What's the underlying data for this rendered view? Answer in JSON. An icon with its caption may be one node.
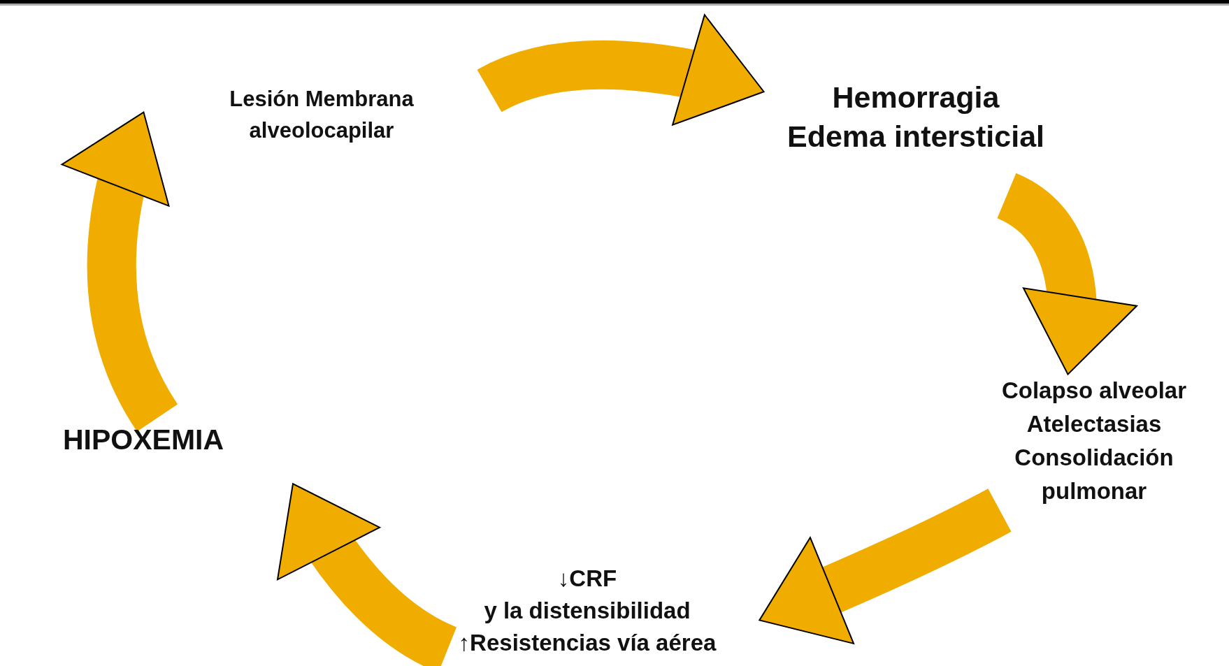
{
  "diagram": {
    "nodes": [
      {
        "text": [
          "Lesión Membrana alveolocapilar"
        ]
      },
      {
        "text": [
          "Hemorragia",
          "Edema intersticial"
        ]
      },
      {
        "text": [
          "Colapso alveolar",
          "Atelectasias",
          "Consolidación pulmonar"
        ]
      },
      {
        "text": [
          "↓CRF",
          "y la distensibilidad",
          "↑Resistencias vía aérea"
        ]
      },
      {
        "text": [
          "HIPOXEMIA"
        ]
      }
    ],
    "edges": [
      {
        "from": 0,
        "to": 1,
        "arrow": "to"
      },
      {
        "from": 1,
        "to": 2,
        "arrow": "to"
      },
      {
        "from": 2,
        "to": 3,
        "arrow": "to"
      },
      {
        "from": 3,
        "to": 4,
        "arrow": "to"
      },
      {
        "from": 4,
        "to": 0,
        "arrow": "to"
      }
    ]
  }
}
